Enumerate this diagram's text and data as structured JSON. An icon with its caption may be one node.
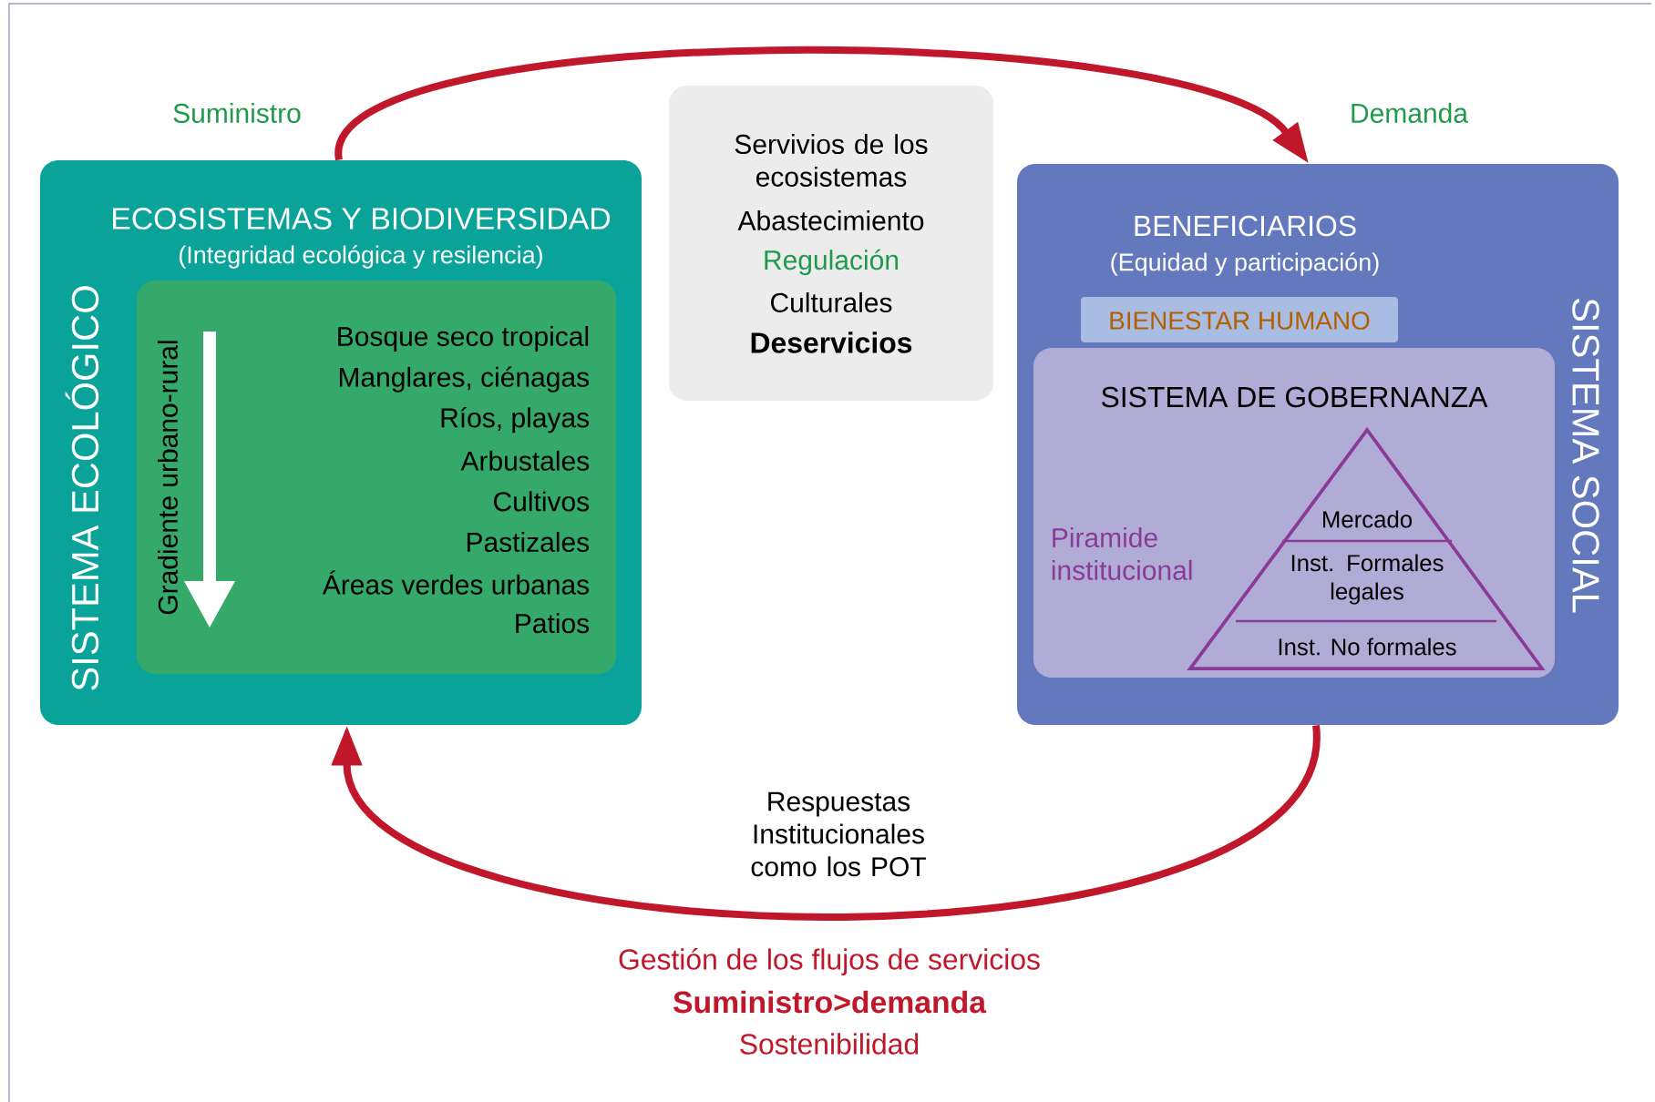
{
  "diagram": {
    "nodes": [
      {
        "text": [
          "ECOSISTEMAS Y BIODIVERSIDAD",
          "(Integridad ecológica y resilencia)",
          "SISTEMA ECOLÓGICO"
        ]
      },
      {
        "text": [
          "Gradiente urbano-rural",
          "Bosque seco tropical",
          "Manglares, ciénagas",
          "Ríos, playas",
          "Arbustales",
          "Cultivos",
          "Pastizales",
          "Áreas verdes urbanas",
          "Patios"
        ],
        "in": 0
      },
      {
        "text": [
          "Servivios de los ecosistemas",
          "Abastecimiento",
          "Regulación",
          "Culturales",
          "Deservicios"
        ]
      },
      {
        "text": [
          "BENEFICIARIOS",
          "(Equidad y participación)",
          "SISTEMA SOCIAL"
        ]
      },
      {
        "text": [
          "BIENESTAR HUMANO"
        ],
        "in": 3
      },
      {
        "text": [
          "SISTEMA DE GOBERNANZA",
          "Piramide institucional"
        ],
        "in": 3
      },
      {
        "text": [
          "Mercado",
          "Inst. Formales legales",
          "Inst. No formales"
        ],
        "in": 5
      }
    ],
    "edges": [
      {
        "from": 0,
        "to": 3,
        "arrow": "to"
      },
      {
        "from": 3,
        "to": 0,
        "arrow": "to",
        "label": "Respuestas Institucionales como los POT"
      }
    ],
    "labels": [
      "Suministro",
      "Demanda",
      "Gestión de los flujos de servicios",
      "Suministro>demanda",
      "Sostenibilidad"
    ]
  }
}
